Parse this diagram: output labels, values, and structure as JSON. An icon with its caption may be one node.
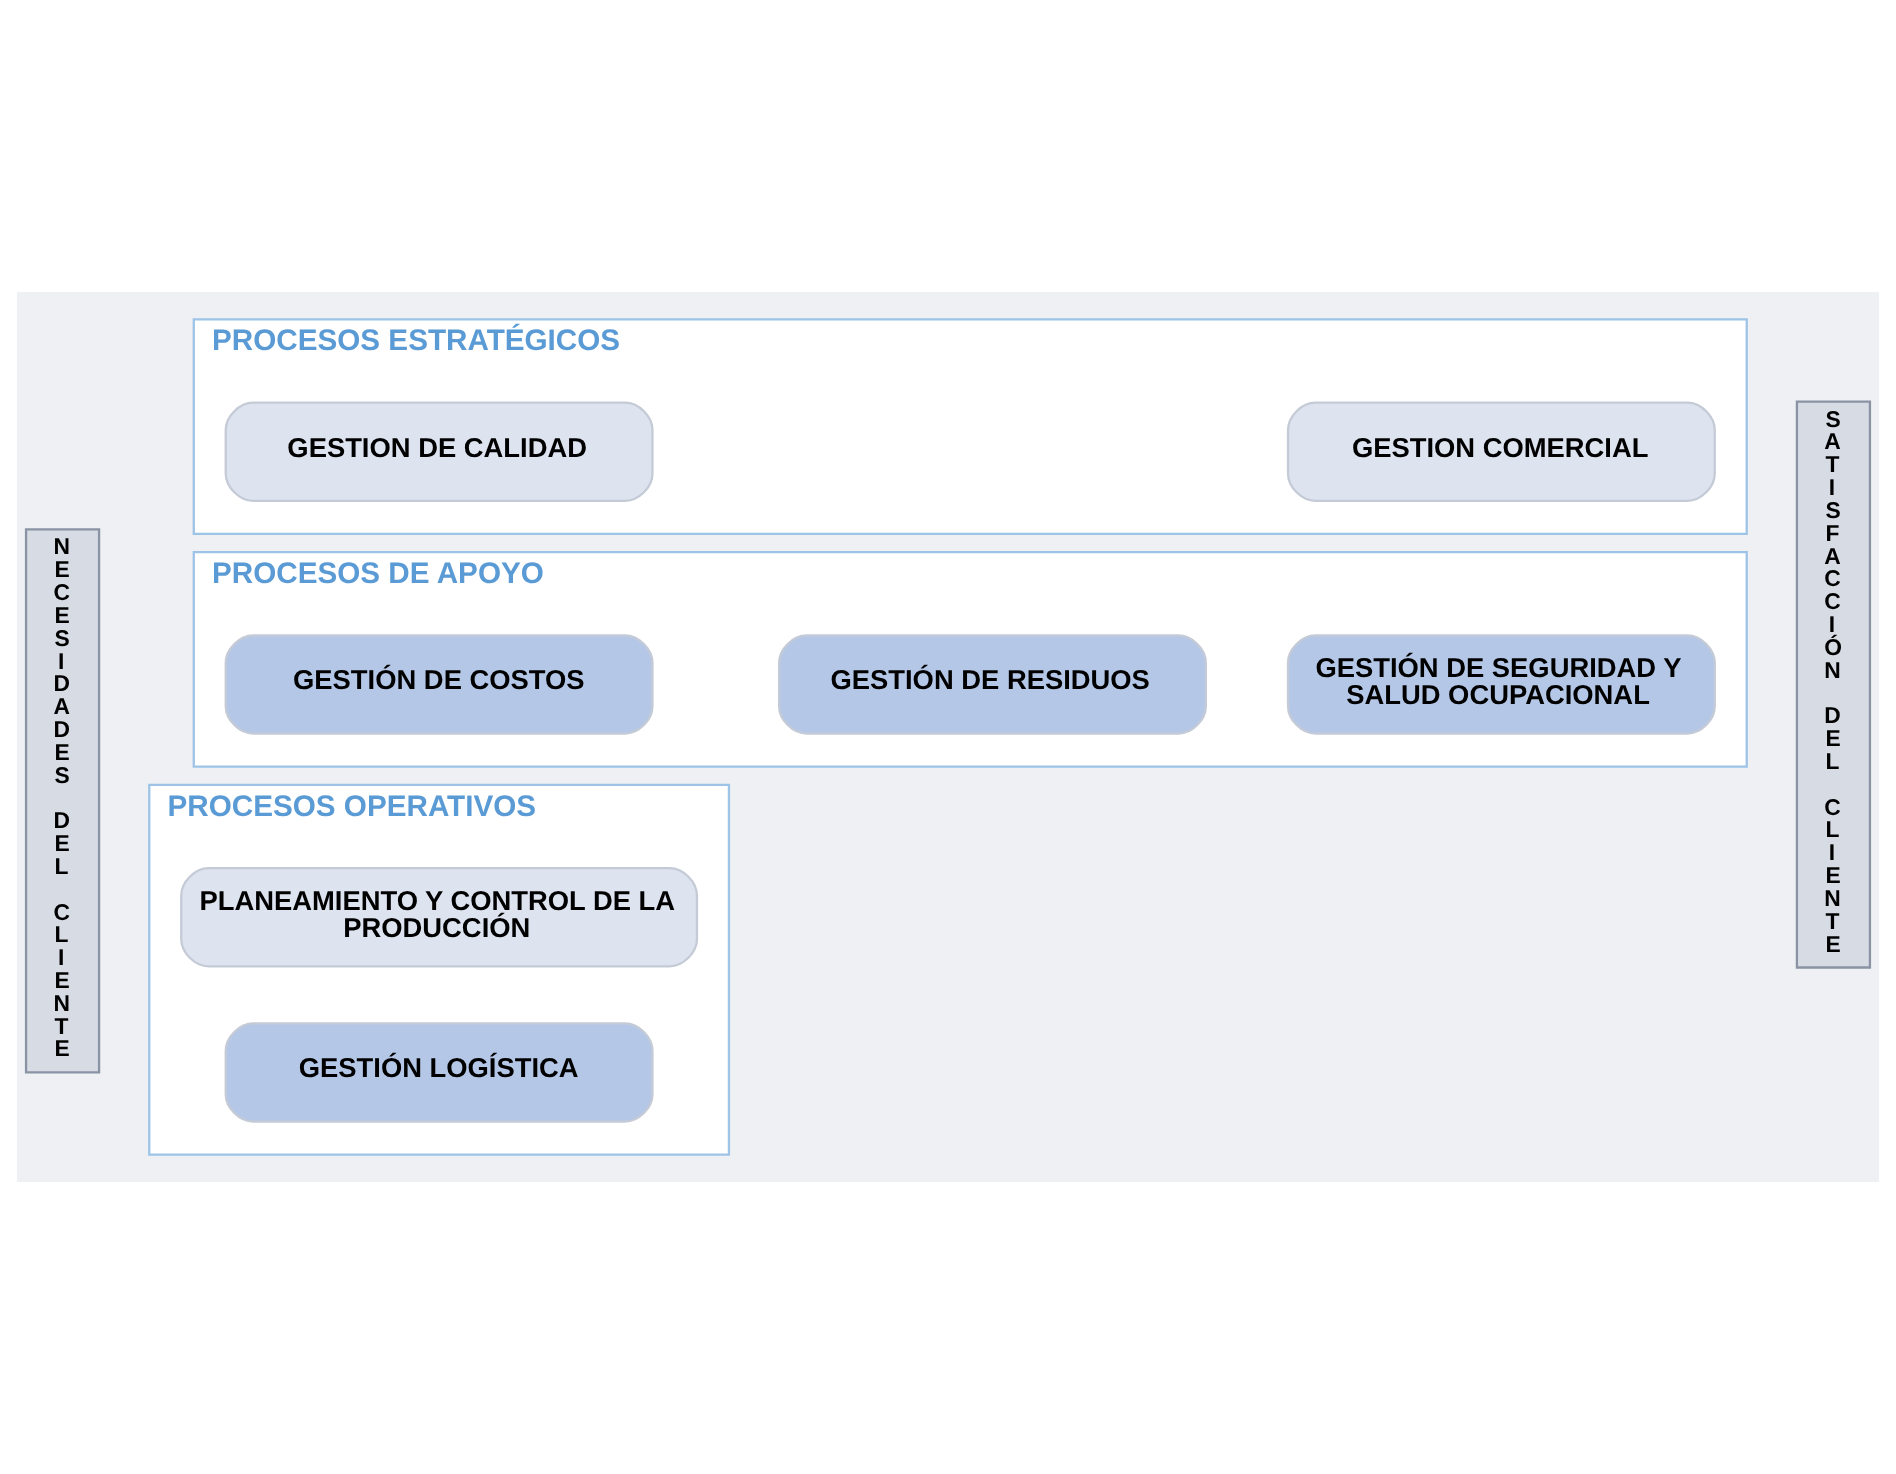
{
  "diagram": {
    "nodes": [
      {
        "text": [
          "NECESIDADES DEL CLIENTE"
        ]
      },
      {
        "text": [
          "PROCESOS ESTRATÉGICOS"
        ]
      },
      {
        "text": [
          "GESTION DE CALIDAD"
        ],
        "in": 1
      },
      {
        "text": [
          "GESTION COMERCIAL"
        ],
        "in": 1
      },
      {
        "text": [
          "PROCESOS OPERATIVOS"
        ]
      },
      {
        "text": [
          "PLANEAMIENTO Y CONTROL DE LA PRODUCCIÓN"
        ],
        "in": 4
      },
      {
        "text": [
          "GESTIÓN LOGÍSTICA"
        ],
        "in": 4
      },
      {
        "text": [
          "PROCESOS DE APOYO"
        ]
      },
      {
        "text": [
          "GESTIÓN DE COSTOS"
        ],
        "in": 7
      },
      {
        "text": [
          "GESTIÓN DE RESIDUOS"
        ],
        "in": 7
      },
      {
        "text": [
          "GESTIÓN DE SEGURIDAD Y SALUD OCUPACIONAL"
        ],
        "in": 7
      },
      {
        "text": [
          "SATISFACCIÓN DEL CLIENTE"
        ]
      }
    ],
    "edges": []
  }
}
